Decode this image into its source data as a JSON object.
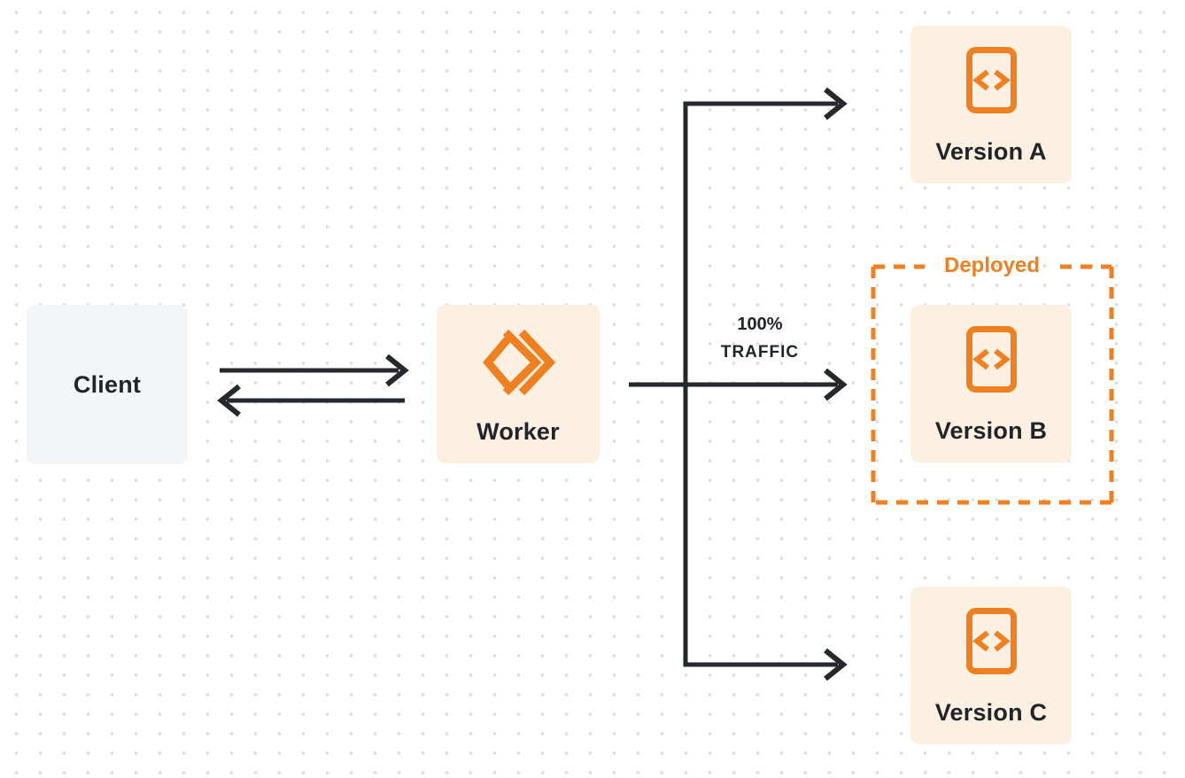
{
  "diagram": {
    "client": {
      "label": "Client"
    },
    "worker": {
      "label": "Worker",
      "icon": "workers-double-chevron-icon"
    },
    "traffic": {
      "line1": "100%",
      "line2": "TRAFFIC"
    },
    "deployed_group": {
      "label": "Deployed"
    },
    "versions": [
      {
        "id": "version-a",
        "label": "Version A",
        "icon": "code-file-icon",
        "in_deployed_group": false
      },
      {
        "id": "version-b",
        "label": "Version B",
        "icon": "code-file-icon",
        "in_deployed_group": true
      },
      {
        "id": "version-c",
        "label": "Version C",
        "icon": "code-file-icon",
        "in_deployed_group": false
      }
    ],
    "edges": [
      {
        "from": "client",
        "to": "worker",
        "direction": "right"
      },
      {
        "from": "worker",
        "to": "client",
        "direction": "left"
      },
      {
        "from": "worker",
        "to": "version-b",
        "label": "100% TRAFFIC"
      },
      {
        "from": "worker",
        "to": "version-a"
      },
      {
        "from": "worker",
        "to": "version-c"
      }
    ],
    "colors": {
      "accent_orange": "#f0801f",
      "peach_fill": "#fbf0e1",
      "gray_fill": "#f4f5f7",
      "line_dark": "#26282b",
      "text_dark": "#212429",
      "dot_grid": "#dedee2",
      "page_bg": "#ffffff"
    }
  }
}
